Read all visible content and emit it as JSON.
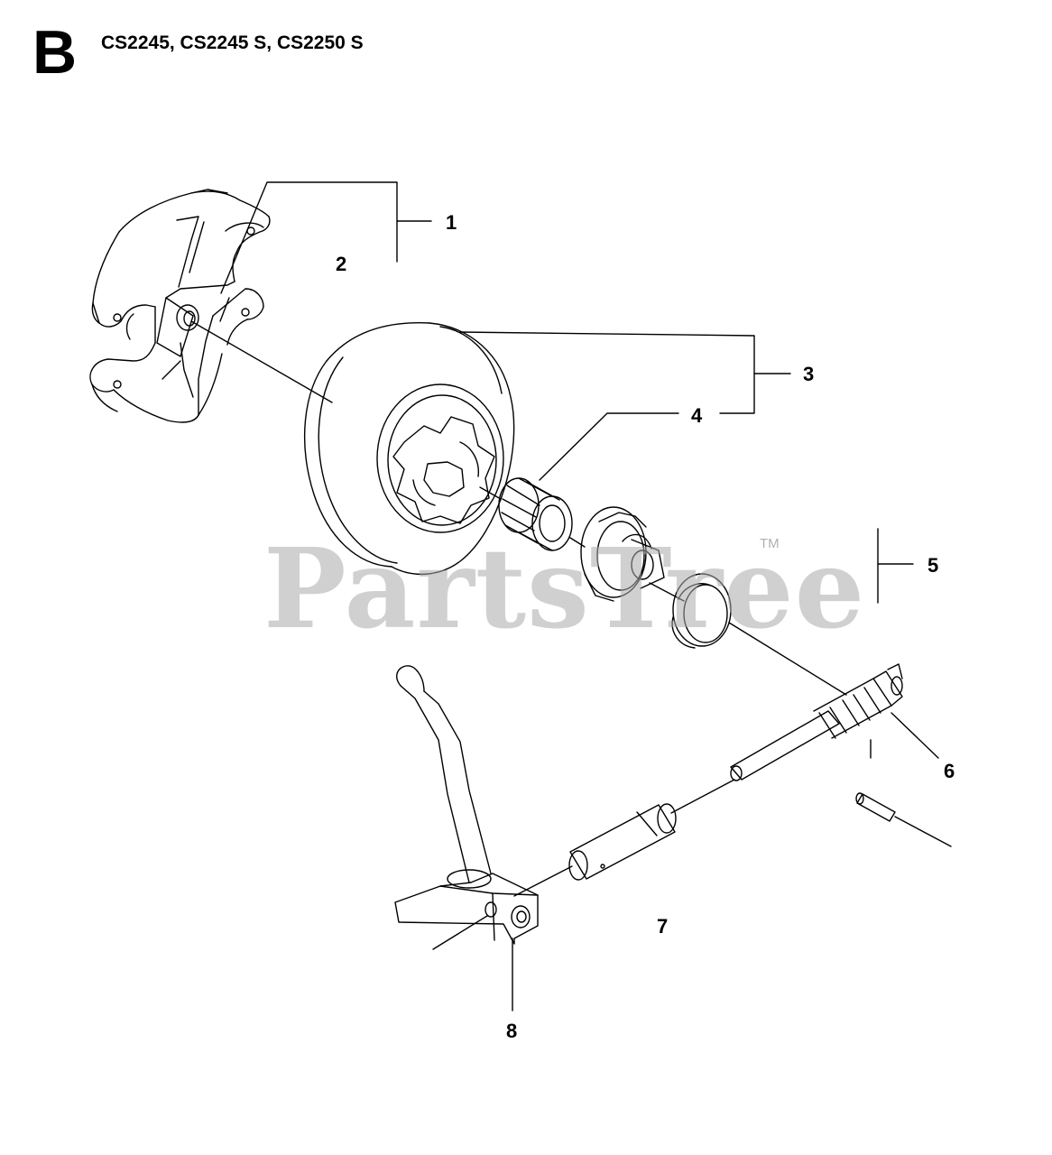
{
  "header": {
    "section_letter": "B",
    "models": "CS2245, CS2245 S, CS2250 S"
  },
  "watermark": {
    "text": "PartsTree",
    "trademark": "TM"
  },
  "callouts": [
    "1",
    "2",
    "3",
    "4",
    "5",
    "6",
    "7",
    "8"
  ],
  "colors": {
    "line": "#000000",
    "watermark": "#aaaaaa",
    "background": "#ffffff"
  }
}
